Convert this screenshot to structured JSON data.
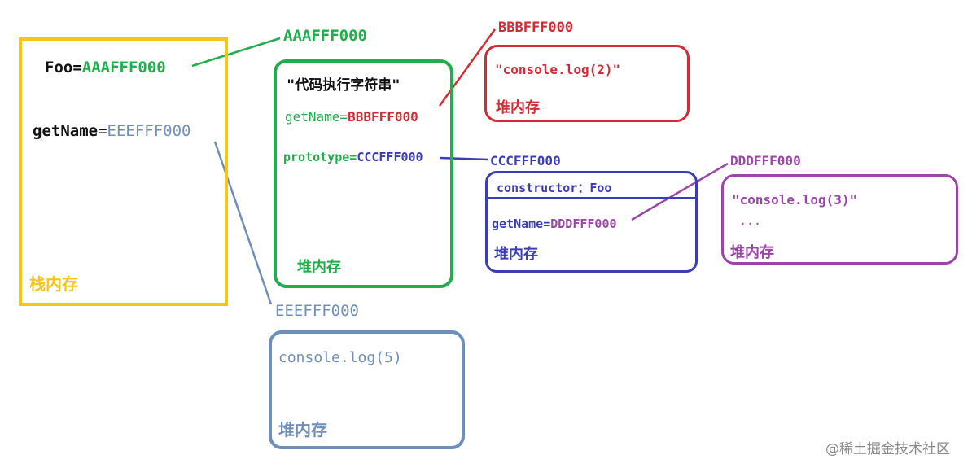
{
  "colors": {
    "yellow": "#f5c518",
    "green": "#1fae4b",
    "red": "#d42a35",
    "blue": "#3b3db5",
    "purple": "#9b45a8",
    "steel": "#6f8fbb",
    "black": "#111111",
    "watermark": "#8a8a8a"
  },
  "stack": {
    "foo_name": "Foo",
    "foo_eq": "=",
    "foo_addr": "AAAFFF000",
    "getname_name": "getName",
    "getname_eq": "=",
    "getname_addr": "EEEFFF000",
    "label": "栈内存"
  },
  "func_obj": {
    "addr_label": "AAAFFF000",
    "code": "\"代码执行字符串\"",
    "getname_key": "getName=",
    "getname_val": "BBBFFF000",
    "proto_key": "prototype=",
    "proto_val": "CCCFFF000",
    "label": "堆内存"
  },
  "red_heap": {
    "addr_label": "BBBFFF000",
    "content": "\"console.log(2)\"",
    "label": "堆内存"
  },
  "proto_obj": {
    "addr_label": "CCCFFF000",
    "constructor": "constructor：Foo",
    "getname_key": "getName=",
    "getname_val": "DDDFFF000",
    "label": "堆内存"
  },
  "purple_heap": {
    "addr_label": "DDDFFF000",
    "content": "\"console.log(3)\"",
    "dots": "...",
    "label": "堆内存"
  },
  "steel_heap": {
    "addr_label": "EEEFFF000",
    "content": "console.log(5)",
    "label": "堆内存"
  },
  "watermark": "@稀土掘金技术社区"
}
